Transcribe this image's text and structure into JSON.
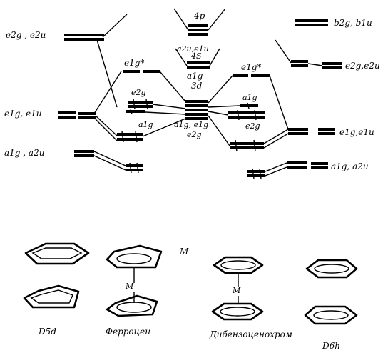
{
  "diagram": {
    "orbital_labels": {
      "p4": "4p",
      "a2u_e1u": "a2u,e1u",
      "s4": "4S",
      "e2g_e2u_left": "e2g , e2u",
      "e1g_star_left": "e1g*",
      "a1g_center": "a1g",
      "d3": "3d",
      "e1g_star_right": "e1g*",
      "e2g_left_inner": "e2g",
      "a1g_right_inner": "a1g",
      "e1g_e1u_left": "e1g, e1u",
      "a1g_e1g": "a1g, e1g",
      "e2g_center": "e2g",
      "a1g_left_inner": "a1g",
      "e2g_right_inner": "e2g",
      "a1g_a2u_left": "a1g , a2u",
      "b2g_b1u": "b2g, b1u",
      "e2g_e2u_right": "e2g,e2u",
      "e1g_e1u_right": "e1g,e1u",
      "a1g_a2u_right": "a1g, a2u"
    },
    "structure_labels": {
      "d5d": "D5d",
      "ferrocene": "Ферроцен",
      "metal_top": "M",
      "metal_ferrocene": "M",
      "dibenzene": "Дибензоценохром",
      "metal_dibenzene": "M",
      "d6h": "D6h"
    }
  }
}
